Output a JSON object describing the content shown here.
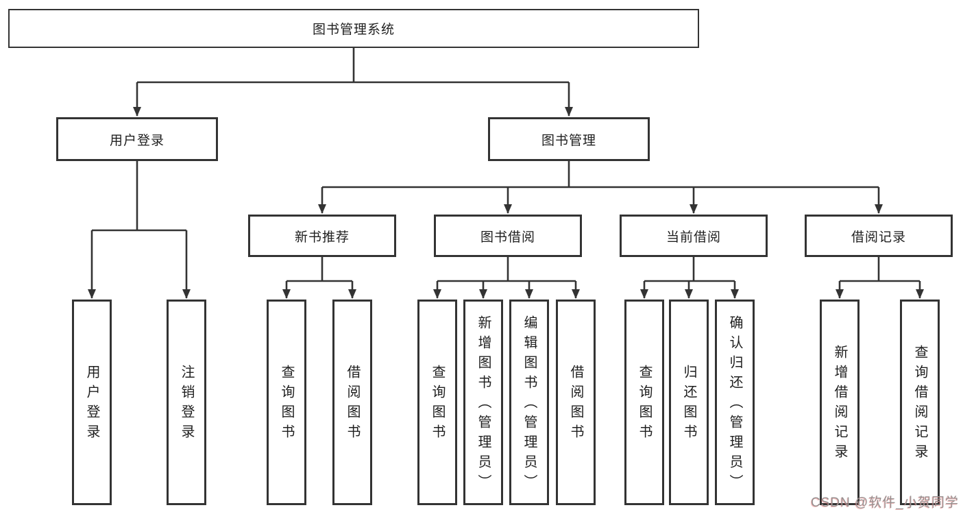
{
  "diagram": {
    "title": "图书管理系统",
    "nodes": {
      "root": {
        "label": "图书管理系统"
      },
      "user_login": {
        "label": "用户登录"
      },
      "book_mgmt": {
        "label": "图书管理"
      },
      "new_book_rec": {
        "label": "新书推荐"
      },
      "book_borrow": {
        "label": "图书借阅"
      },
      "current_borrow": {
        "label": "当前借阅"
      },
      "borrow_record": {
        "label": "借阅记录"
      },
      "login": {
        "label": "用户登录"
      },
      "logout": {
        "label": "注销登录"
      },
      "rec_query": {
        "label": "查询图书"
      },
      "rec_borrow": {
        "label": "借阅图书"
      },
      "bb_query": {
        "label": "查询图书"
      },
      "bb_add": {
        "label": "新增图书（管理员）"
      },
      "bb_edit": {
        "label": "编辑图书（管理员）"
      },
      "bb_borrow": {
        "label": "借阅图书"
      },
      "cb_query": {
        "label": "查询图书"
      },
      "cb_return": {
        "label": "归还图书"
      },
      "cb_confirm": {
        "label": "确认归还（管理员）"
      },
      "br_add": {
        "label": "新增借阅记录"
      },
      "br_query": {
        "label": "查询借阅记录"
      }
    },
    "edges": [
      [
        "root",
        "user_login"
      ],
      [
        "root",
        "book_mgmt"
      ],
      [
        "user_login",
        "login"
      ],
      [
        "user_login",
        "logout"
      ],
      [
        "book_mgmt",
        "new_book_rec"
      ],
      [
        "book_mgmt",
        "book_borrow"
      ],
      [
        "book_mgmt",
        "current_borrow"
      ],
      [
        "book_mgmt",
        "borrow_record"
      ],
      [
        "new_book_rec",
        "rec_query"
      ],
      [
        "new_book_rec",
        "rec_borrow"
      ],
      [
        "book_borrow",
        "bb_query"
      ],
      [
        "book_borrow",
        "bb_add"
      ],
      [
        "book_borrow",
        "bb_edit"
      ],
      [
        "book_borrow",
        "bb_borrow"
      ],
      [
        "current_borrow",
        "cb_query"
      ],
      [
        "current_borrow",
        "cb_return"
      ],
      [
        "current_borrow",
        "cb_confirm"
      ],
      [
        "borrow_record",
        "br_add"
      ],
      [
        "borrow_record",
        "br_query"
      ]
    ],
    "colors": {
      "line": "#333333",
      "box_fill": "#ffffff",
      "text": "#1f1f1f",
      "watermark": "#979191"
    }
  },
  "watermark": {
    "text": "CSDN @软件_小贺同学"
  }
}
